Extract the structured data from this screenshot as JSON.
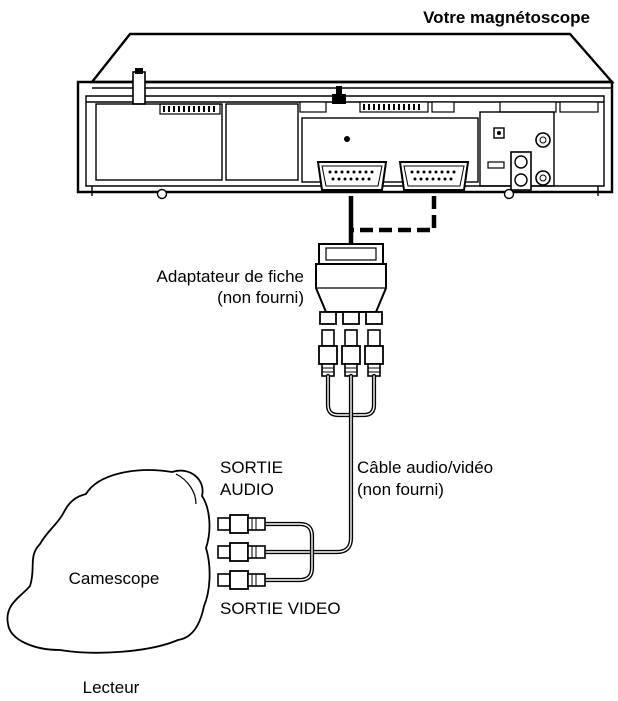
{
  "labels": {
    "vcr": "Votre magnétoscope",
    "adapter_line1": "Adaptateur de fiche",
    "adapter_line2": "(non fourni)",
    "audio_out_line1": "SORTIE",
    "audio_out_line2": "AUDIO",
    "cable_line1": "Câble audio/vidéo",
    "cable_line2": "(non fourni)",
    "camcorder": "Camescope",
    "video_out": "SORTIE VIDEO",
    "player": "Lecteur"
  },
  "icons": {
    "vcr": "vcr-rear-panel-icon",
    "scart": "scart-connector-icon",
    "adapter": "scart-to-rca-adapter-icon",
    "rca_plug": "rca-plug-icon",
    "camcorder": "camcorder-outline-icon"
  },
  "connection_styles": {
    "solid": "used connection",
    "dashed": "alternative connection"
  }
}
